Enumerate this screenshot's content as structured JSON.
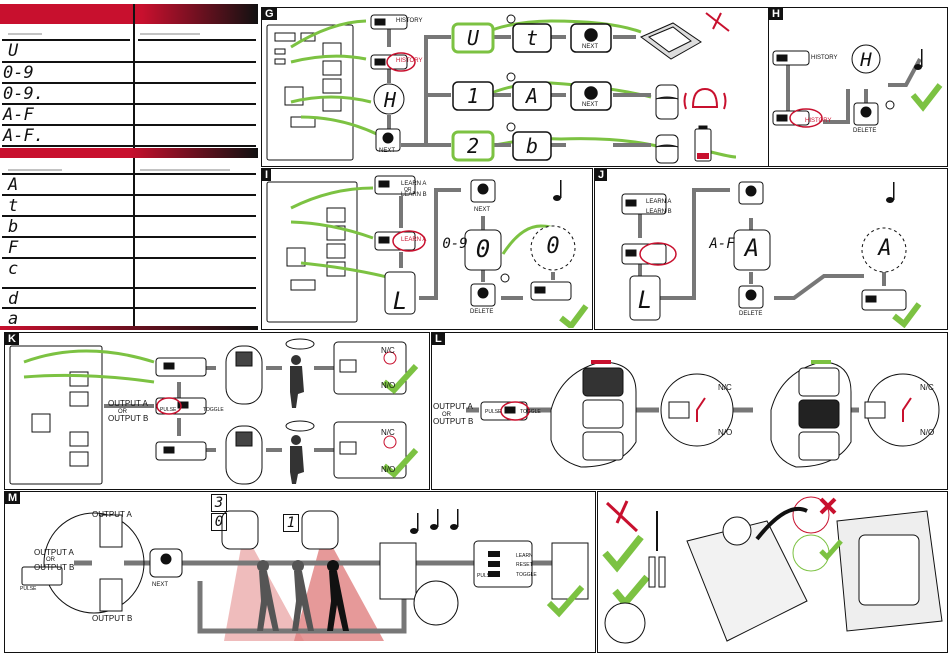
{
  "left_table": {
    "codes_top": [
      "U",
      "0-9",
      "0-9.",
      "A-F",
      "A-F."
    ],
    "codes_bottom": [
      "A",
      "t",
      "b",
      "F",
      "c",
      "d",
      "a"
    ]
  },
  "sections": {
    "G": "G",
    "H": "H",
    "I": "I",
    "J": "J",
    "K": "K",
    "L": "L",
    "M": "M"
  },
  "labels": {
    "history": "HISTORY",
    "next": "NEXT",
    "delete": "DELETE",
    "learn_a": "LEARN A",
    "or": "OR",
    "learn_b": "LEARN B",
    "range_09": "0-9",
    "range_af": "A-F",
    "output_a": "OUTPUT A",
    "output_b": "OUTPUT B",
    "pulse": "PULSE",
    "toggle": "TOGGLE",
    "learn": "LEARN",
    "reset": "RESET",
    "nc": "N/C",
    "no": "N/O"
  },
  "displays": {
    "g_u": "U",
    "g_t": "t",
    "g_1": "1",
    "g_a": "A",
    "g_2": "2",
    "g_b": "b",
    "h_h": "H",
    "i_l": "L",
    "i_0": "0",
    "i_0b": "0",
    "j_l": "L",
    "j_a": "A",
    "j_ab": "A",
    "m_3": "3",
    "m_0": "0",
    "m_1": "1"
  },
  "colors": {
    "accent": "#c8102e",
    "green": "#7cc242",
    "gray": "#777777"
  },
  "icons": [
    "music-note-icon",
    "check-icon",
    "timer-icon",
    "bell-icon",
    "battery-icon",
    "cross-icon",
    "hand-icon",
    "cutter-icon"
  ]
}
